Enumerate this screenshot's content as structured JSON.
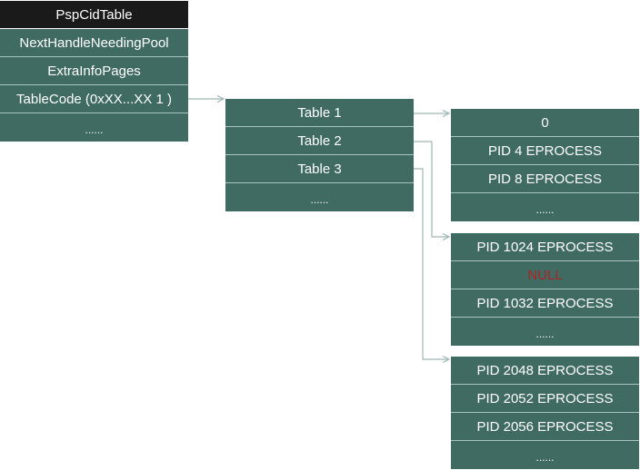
{
  "pspcid": {
    "header": "PspCidTable",
    "rows": [
      "NextHandleNeedingPool",
      "ExtraInfoPages",
      "TableCode (0xXX...XX 1 )"
    ],
    "ellipsis": "......"
  },
  "level1": {
    "rows": [
      "Table 1",
      "Table 2",
      "Table 3"
    ],
    "ellipsis": "......"
  },
  "table1": {
    "rows": [
      "0",
      "PID 4 EPROCESS",
      "PID 8 EPROCESS"
    ],
    "ellipsis": "......"
  },
  "table2": {
    "rows": [
      "PID 1024 EPROCESS",
      "NULL",
      "PID 1032 EPROCESS"
    ],
    "ellipsis": "......"
  },
  "table3": {
    "rows": [
      "PID 2048 EPROCESS",
      "PID 2052 EPROCESS",
      "PID 2056 EPROCESS"
    ],
    "ellipsis": "......"
  },
  "colors": {
    "cell": "#3f6b63",
    "header": "#1a1a1a",
    "null_text": "#b32222",
    "connector": "#9fb7b2"
  }
}
